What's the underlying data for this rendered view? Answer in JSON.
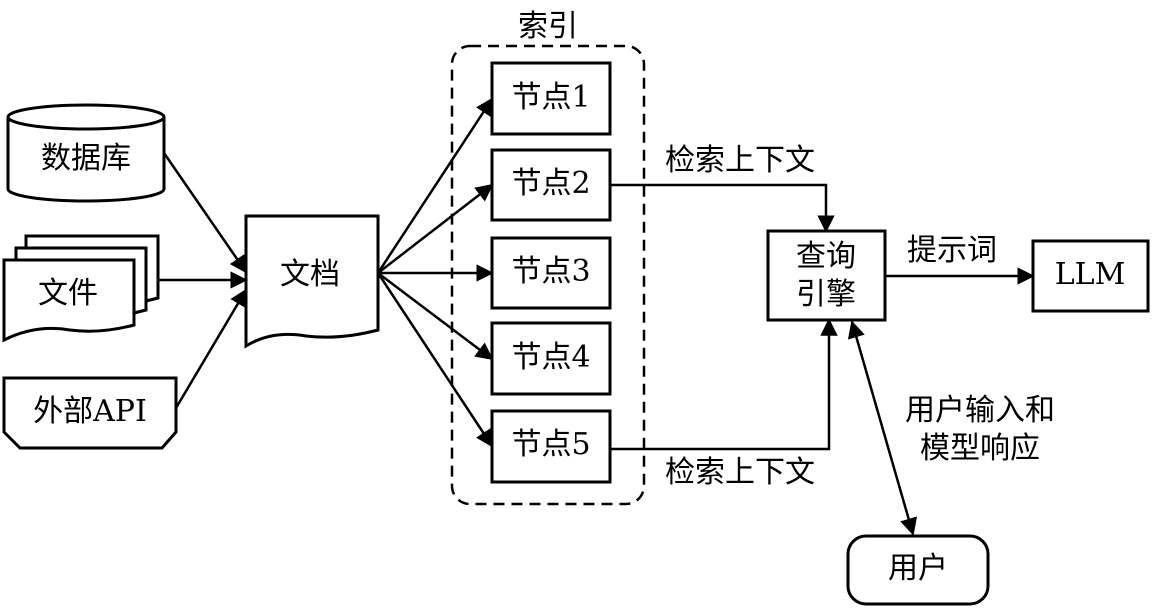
{
  "diagram": {
    "index_group": {
      "title": "索引"
    },
    "sources": {
      "database": "数据库",
      "files": "文件",
      "external_api": "外部API"
    },
    "document": "文档",
    "nodes": [
      "节点1",
      "节点2",
      "节点3",
      "节点4",
      "节点5"
    ],
    "query_engine": {
      "line1": "查询",
      "line2": "引擎"
    },
    "llm": "LLM",
    "user": "用户",
    "edge_labels": {
      "retrieve_context_top": "检索上下文",
      "retrieve_context_bottom": "检索上下文",
      "prompt": "提示词",
      "user_io_line1": "用户输入和",
      "user_io_line2": "模型响应"
    }
  }
}
